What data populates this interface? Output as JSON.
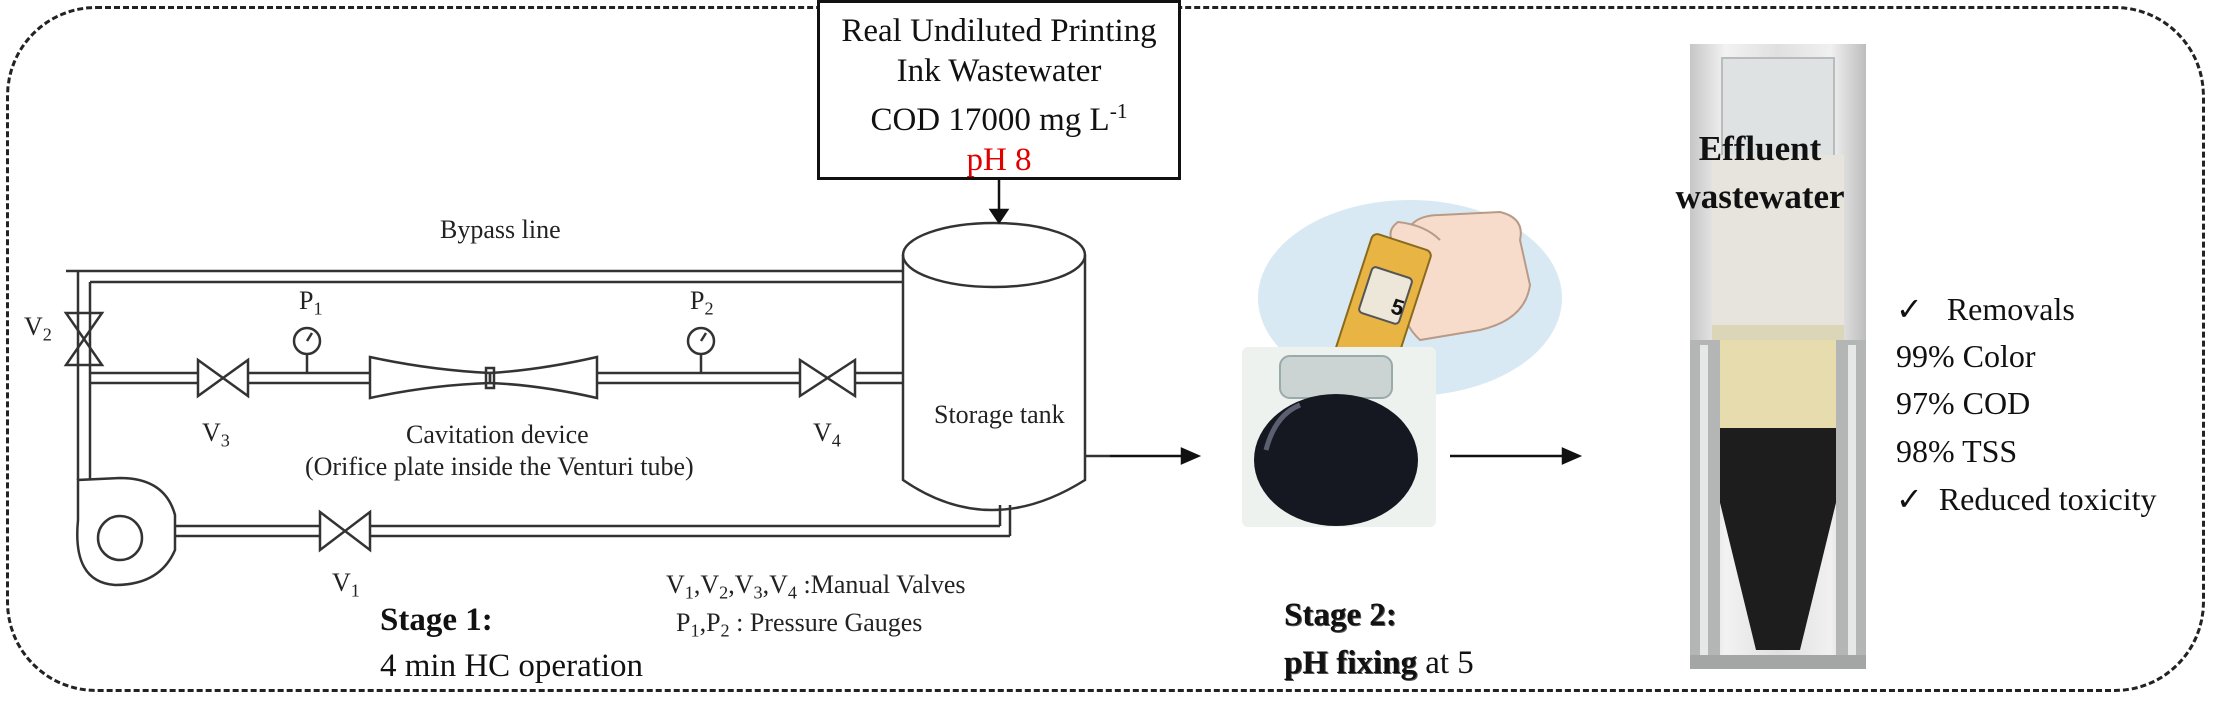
{
  "input": {
    "line1": "Real Undiluted Printing",
    "line2": "Ink Wastewater",
    "cod_prefix": "COD 17000 mg L",
    "cod_sup": "-1",
    "ph": "pH 8"
  },
  "schematic": {
    "bypass": "Bypass line",
    "storage": "Storage tank",
    "cavitation_line1": "Cavitation device",
    "cavitation_line2": "(Orifice plate inside the Venturi tube)",
    "valves": [
      {
        "letter": "V",
        "sub": "1"
      },
      {
        "letter": "V",
        "sub": "2"
      },
      {
        "letter": "V",
        "sub": "3"
      },
      {
        "letter": "V",
        "sub": "4"
      }
    ],
    "gauges": [
      {
        "letter": "P",
        "sub": "1"
      },
      {
        "letter": "P",
        "sub": "2"
      }
    ],
    "legend_valves_names": [
      "V",
      "1",
      ",V",
      "2",
      ",V",
      "3",
      ",V",
      "4"
    ],
    "legend_valves_text": " :Manual Valves",
    "legend_gauges_names": [
      "P",
      "1",
      ",P",
      "2"
    ],
    "legend_gauges_text": " : Pressure Gauges"
  },
  "stage1": {
    "title": "Stage 1:",
    "text": "4 min HC operation"
  },
  "stage2": {
    "title": "Stage 2:",
    "text_bold": "pH fixing",
    "text_rest": " at 5",
    "meter_value": "5"
  },
  "effluent": {
    "line1": "Effluent",
    "line2": "wastewater"
  },
  "results": {
    "check": "✓",
    "removals": "Removals",
    "items": [
      "99% Color",
      "97% COD",
      "98% TSS"
    ],
    "toxicity": "Reduced toxicity"
  },
  "colors": {
    "ph_red": "#e00000",
    "ink": "#111111"
  }
}
